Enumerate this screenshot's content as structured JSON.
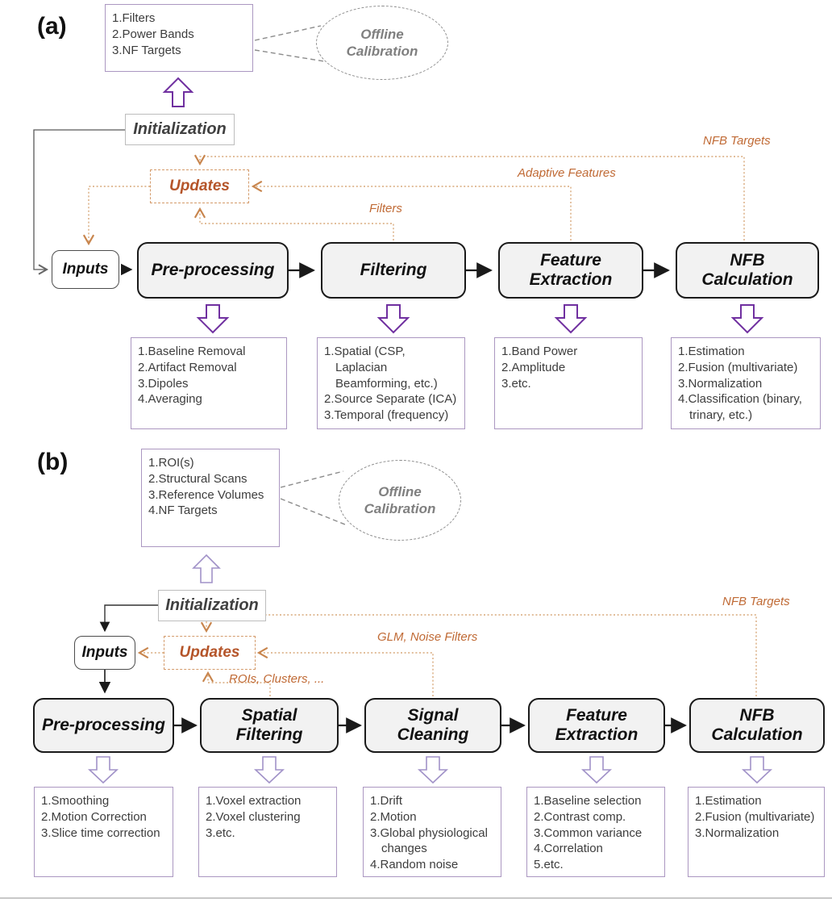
{
  "figure": {
    "panel_a": {
      "tag": "(a)",
      "calibration_items": [
        "1.Filters",
        "2.Power Bands",
        "3.NF Targets"
      ],
      "callout_label": "Offline Calibration",
      "initialization_label": "Initialization",
      "inputs_label": "Inputs",
      "updates_label": "Updates",
      "stages": [
        {
          "label": "Pre-processing",
          "items": [
            "1.Baseline Removal",
            "2.Artifact Removal",
            "3.Dipoles",
            "4.Averaging"
          ]
        },
        {
          "label": "Filtering",
          "items": [
            "1.Spatial (CSP, Laplacian Beamforming, etc.)",
            "2.Source Separate (ICA)",
            "3.Temporal (frequency)"
          ]
        },
        {
          "label": "Feature Extraction",
          "items": [
            "1.Band Power",
            "2.Amplitude",
            "3.etc."
          ]
        },
        {
          "label": "NFB Calculation",
          "items": [
            "1.Estimation",
            "2.Fusion (multivariate)",
            "3.Normalization",
            "4.Classification (binary, trinary, etc.)"
          ]
        }
      ],
      "feedback_labels": {
        "nfb": "NFB Targets",
        "features": "Adaptive Features",
        "filters": "Filters"
      }
    },
    "panel_b": {
      "tag": "(b)",
      "calibration_items": [
        "1.ROI(s)",
        "2.Structural Scans",
        "3.Reference Volumes",
        "4.NF Targets"
      ],
      "callout_label": "Offline Calibration",
      "initialization_label": "Initialization",
      "inputs_label": "Inputs",
      "updates_label": "Updates",
      "stages": [
        {
          "label": "Pre-processing",
          "items": [
            "1.Smoothing",
            "2.Motion Correction",
            "3.Slice time correction"
          ]
        },
        {
          "label": "Spatial Filtering",
          "items": [
            "1.Voxel extraction",
            "2.Voxel clustering",
            "3.etc."
          ]
        },
        {
          "label": "Signal Cleaning",
          "items": [
            "1.Drift",
            "2.Motion",
            "3.Global physiological changes",
            "4.Random noise"
          ]
        },
        {
          "label": "Feature Extraction",
          "items": [
            "1.Baseline selection",
            "2.Contrast comp.",
            "3.Common variance",
            "4.Correlation",
            "5.etc."
          ]
        },
        {
          "label": "NFB Calculation",
          "items": [
            "1.Estimation",
            "2.Fusion (multivariate)",
            "3.Normalization"
          ]
        }
      ],
      "feedback_labels": {
        "nfb": "NFB Targets",
        "glm": "GLM, Noise Filters",
        "rois": "ROIs, Clusters, ..."
      }
    },
    "colors": {
      "accent_purple_dark": "#7030a0",
      "accent_purple_light": "#a192c8",
      "orange_text": "#c06a35",
      "orange_line": "#d8a97a",
      "stage_fill": "#f2f2f2"
    }
  }
}
